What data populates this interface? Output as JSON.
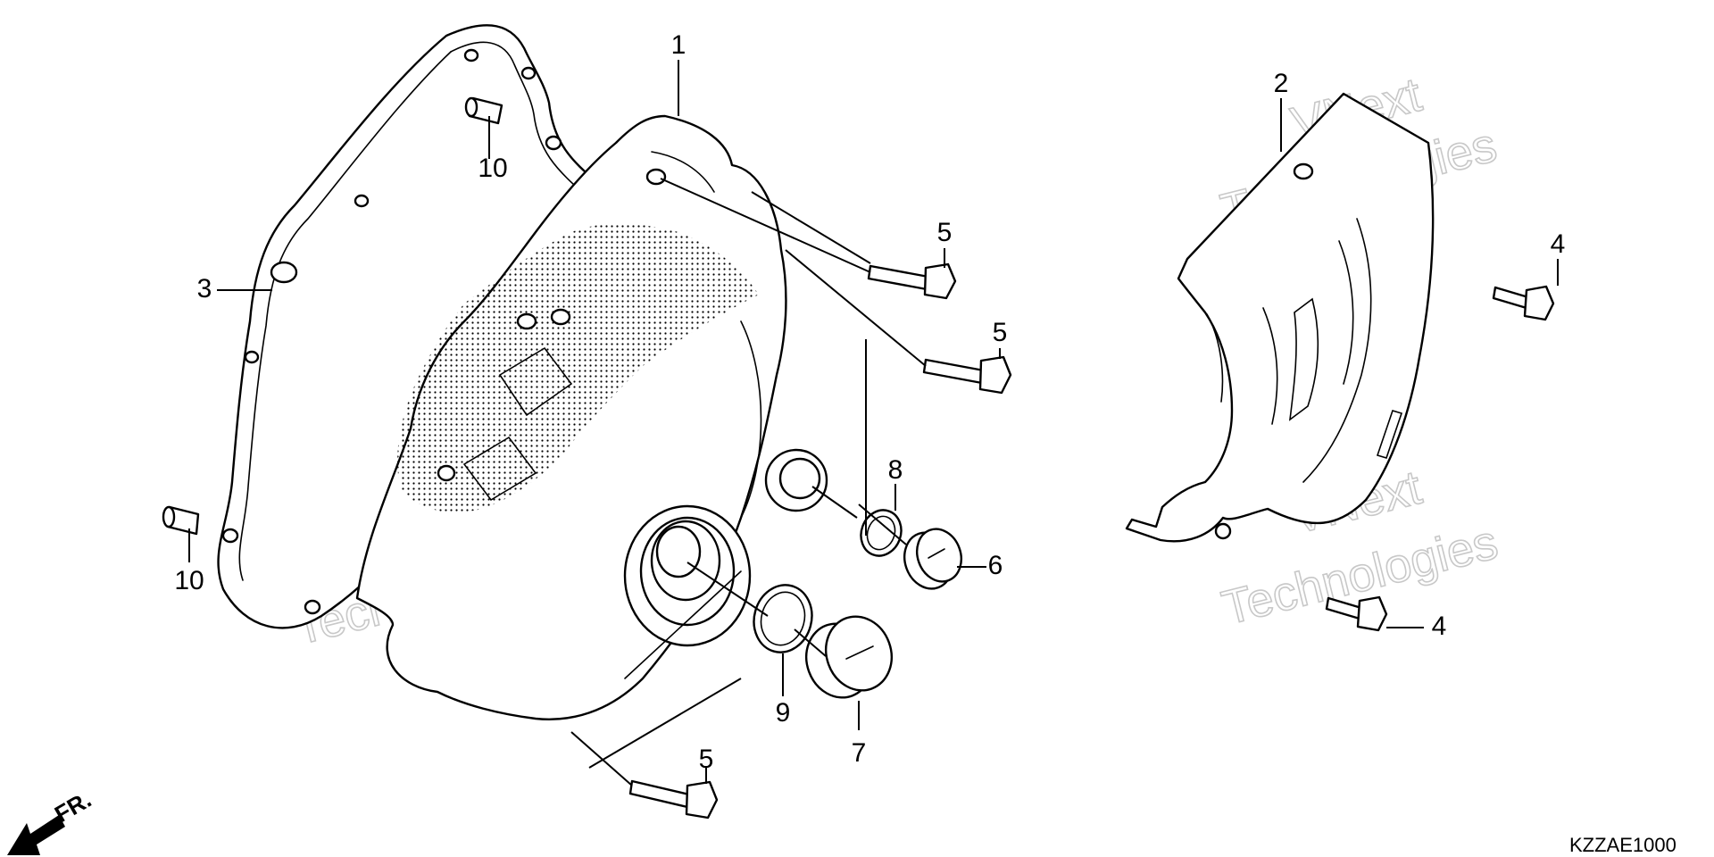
{
  "diagram_code": "KZZAE1000",
  "front_arrow_label": "FR.",
  "watermark": {
    "line1": "VNext",
    "line2": "Technologies"
  },
  "callouts": {
    "c1": "1",
    "c2": "2",
    "c3": "3",
    "c4a": "4",
    "c4b": "4",
    "c5a": "5",
    "c5b": "5",
    "c5c": "5",
    "c6": "6",
    "c7": "7",
    "c8": "8",
    "c9": "9",
    "c10a": "10",
    "c10b": "10"
  }
}
